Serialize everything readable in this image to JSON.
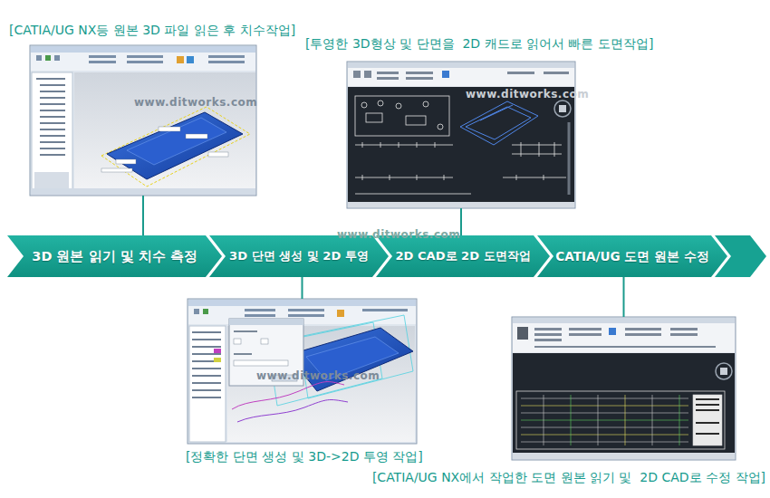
{
  "diagram": {
    "nodes": [
      {
        "text": [
          "[CATIA/UG NX등 원본 3D 파일 읽은 후 치수작업]"
        ]
      },
      {
        "text": [
          "[투영한 3D형상 및 단면을  2D 캐드로 읽어서 빠른 도면작업]"
        ]
      },
      {
        "text": [
          "3D 원본 읽기 및 치수 측정"
        ]
      },
      {
        "text": [
          "3D 단면 생성 및 2D 투영"
        ]
      },
      {
        "text": [
          "2D CAD로 2D 도면작업"
        ]
      },
      {
        "text": [
          "CATIA/UG 도면 원본 수정"
        ]
      },
      {
        "text": [
          "[정확한 단면 생성 및 3D->2D 투영 작업]"
        ]
      },
      {
        "text": [
          "[CATIA/UG NX에서 작업한 도면 원본 읽기 및  2D CAD로 수정 작업]"
        ]
      }
    ],
    "edges": [
      {
        "from": 0,
        "to": 2,
        "arrow": "none"
      },
      {
        "from": 1,
        "to": 4,
        "arrow": "none"
      },
      {
        "from": 6,
        "to": 3,
        "arrow": "none"
      },
      {
        "from": 7,
        "to": 5,
        "arrow": "none"
      }
    ],
    "labels": [
      "www.ditworks.com",
      "www.ditworks.com",
      "www.ditworks.com",
      "www.ditworks.com"
    ]
  }
}
